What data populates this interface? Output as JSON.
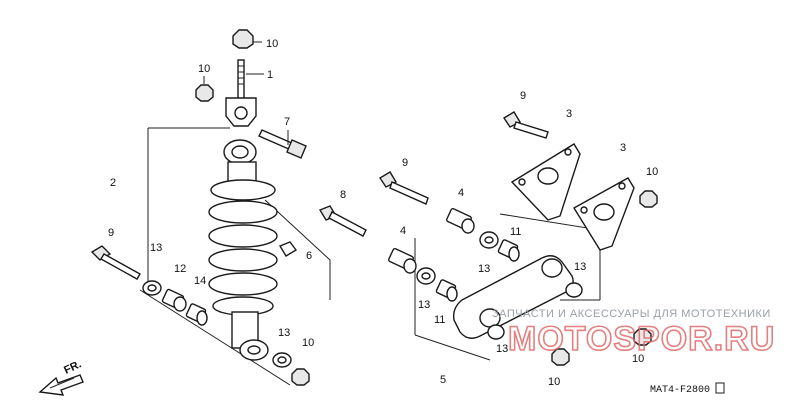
{
  "diagram": {
    "callouts": {
      "c10a": "10",
      "c1": "1",
      "c10b": "10",
      "c7": "7",
      "c2": "2",
      "c8": "8",
      "c9a": "9",
      "c9b": "9",
      "c6": "6",
      "c13a": "13",
      "c12": "12",
      "c14": "14",
      "c13b": "13",
      "c10c": "10",
      "c9c": "9",
      "c3a": "3",
      "c3b": "3",
      "c10d": "10",
      "c4a": "4",
      "c4b": "4",
      "c11a": "11",
      "c13c": "13",
      "c13d": "13",
      "c11b": "11",
      "c13e": "13",
      "c13f": "13",
      "c10e": "10",
      "c10f": "10",
      "c5": "5"
    },
    "direction_label": "FR.",
    "drawing_code": "MAT4-F2800",
    "watermark_small": "ЗАПЧАСТИ И АКСЕССУАРЫ ДЛЯ МОТОТЕХНИКИ",
    "watermark_logo": "MOTOSPOR.RU"
  },
  "colors": {
    "line": "#1a1a1a",
    "watermark_red": "#e06a6a",
    "watermark_gray": "#9aa0a6"
  }
}
